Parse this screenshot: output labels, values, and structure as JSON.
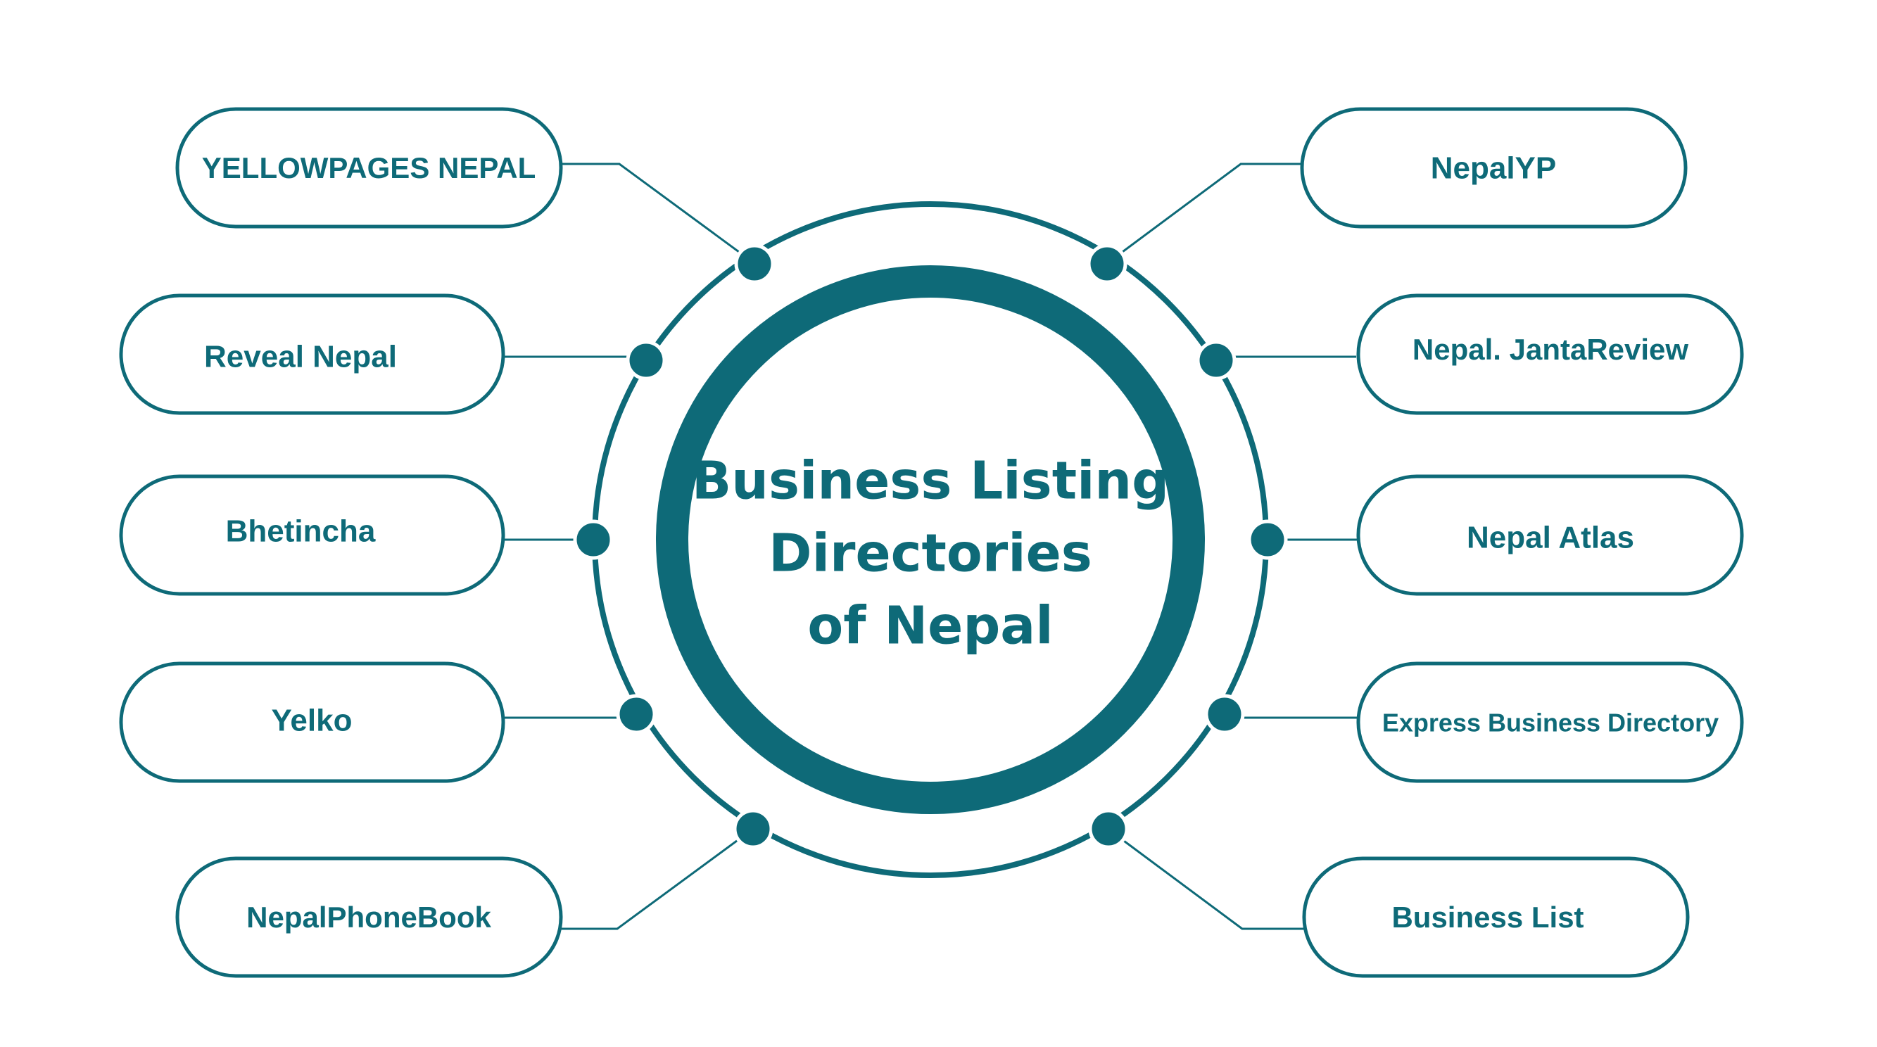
{
  "title": {
    "line1": "Business Listing",
    "line2": "Directories",
    "line3": "of Nepal"
  },
  "colors": {
    "accent": "#0E6A78",
    "background": "#FFFFFF"
  },
  "directories": {
    "left": [
      "YELLOWPAGES NEPAL",
      "Reveal Nepal",
      "Bhetincha",
      "Yelko",
      "NepalPhoneBook"
    ],
    "right": [
      "NepalYP",
      "Nepal. JantaReview",
      "Nepal Atlas",
      "Express Business Directory",
      "Business List"
    ]
  }
}
